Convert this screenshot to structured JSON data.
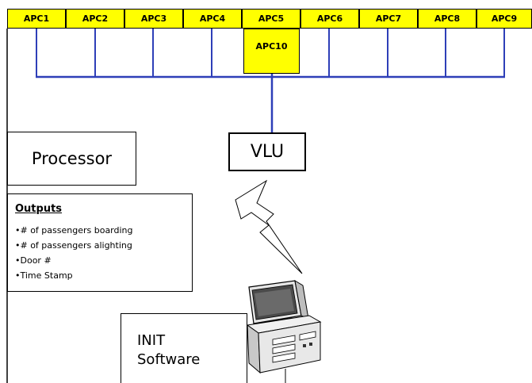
{
  "apc_units": [
    "APC1",
    "APC2",
    "APC3",
    "APC4",
    "APC5",
    "APC6",
    "APC7",
    "APC8",
    "APC9"
  ],
  "apc10_label": "APC10",
  "processor_label": "Processor",
  "vlu_label": "VLU",
  "outputs": {
    "title": "Outputs",
    "items": [
      "•# of passengers boarding",
      "•# of passengers alighting",
      "•Door #",
      "•Time Stamp"
    ]
  },
  "software": {
    "line1": "INIT",
    "line2": "Software"
  },
  "colors": {
    "apc_fill": "#ffff00",
    "bus_line": "#2e3fb8",
    "border": "#000000"
  },
  "icons": [
    "lightning-bolt-icon",
    "desktop-computer-icon"
  ]
}
